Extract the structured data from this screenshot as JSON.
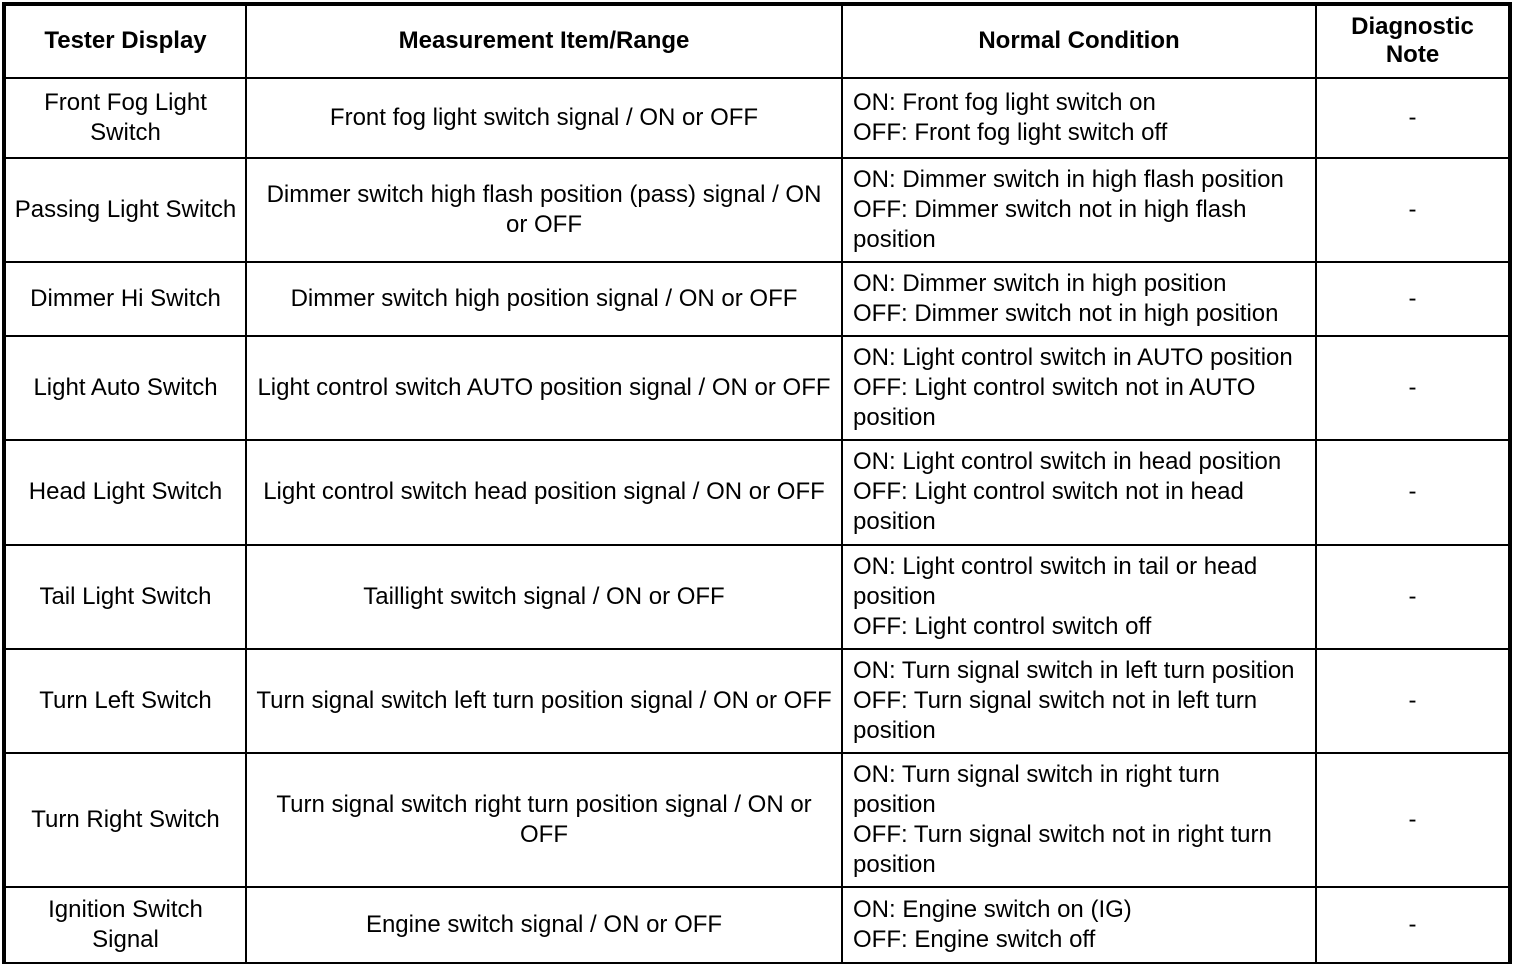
{
  "table": {
    "columns": [
      {
        "key": "display",
        "label": "Tester Display"
      },
      {
        "key": "measure",
        "label": "Measurement Item/Range"
      },
      {
        "key": "normal",
        "label": "Normal Condition"
      },
      {
        "key": "note",
        "label": "Diagnostic Note"
      }
    ],
    "rows": [
      {
        "display": "Front Fog Light Switch",
        "measure": "Front fog light switch signal / ON or OFF",
        "normal_on": "ON: Front fog light switch on",
        "normal_off": "OFF: Front fog light switch off",
        "note": "-"
      },
      {
        "display": "Passing Light Switch",
        "measure": "Dimmer switch high flash position (pass) signal / ON or OFF",
        "normal_on": "ON: Dimmer switch in high flash position",
        "normal_off": "OFF: Dimmer switch not in high flash position",
        "note": "-"
      },
      {
        "display": "Dimmer Hi Switch",
        "measure": "Dimmer switch high position signal / ON or OFF",
        "normal_on": "ON: Dimmer switch in high position",
        "normal_off": "OFF: Dimmer switch not in high position",
        "note": "-"
      },
      {
        "display": "Light Auto Switch",
        "measure": "Light control switch AUTO position signal / ON or OFF",
        "normal_on": "ON: Light control switch in AUTO position",
        "normal_off": "OFF: Light control switch not in AUTO position",
        "note": "-"
      },
      {
        "display": "Head Light Switch",
        "measure": "Light control switch head position signal / ON or OFF",
        "normal_on": "ON: Light control switch in head position",
        "normal_off": "OFF: Light control switch not in head position",
        "note": "-"
      },
      {
        "display": "Tail Light Switch",
        "measure": "Taillight switch signal / ON or OFF",
        "normal_on": "ON: Light control switch in tail or head position",
        "normal_off": "OFF: Light control switch off",
        "note": "-"
      },
      {
        "display": "Turn Left Switch",
        "measure": "Turn signal switch left turn position signal / ON or OFF",
        "normal_on": "ON: Turn signal switch in left turn position",
        "normal_off": "OFF: Turn signal switch not in left turn position",
        "note": "-"
      },
      {
        "display": "Turn Right Switch",
        "measure": "Turn signal switch right turn position signal / ON or OFF",
        "normal_on": "ON: Turn signal switch in right turn position",
        "normal_off": "OFF: Turn signal switch not in right turn position",
        "note": "-"
      },
      {
        "display": "Ignition Switch Signal",
        "measure": "Engine switch signal / ON or OFF",
        "normal_on": "ON: Engine switch on (IG)",
        "normal_off": "OFF: Engine switch off",
        "note": "-"
      }
    ]
  }
}
